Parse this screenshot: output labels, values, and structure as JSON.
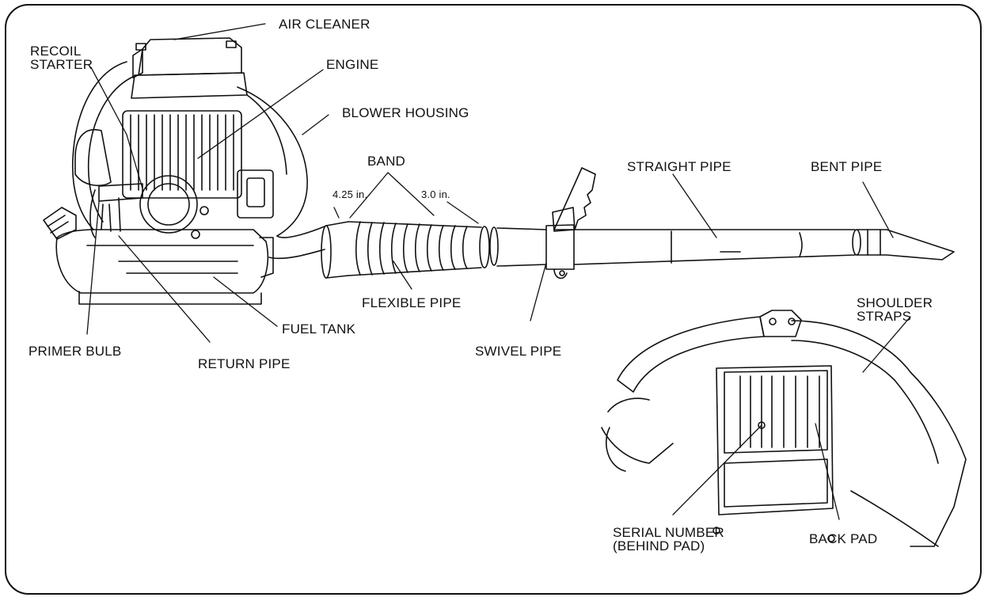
{
  "labels": {
    "air_cleaner": "AIR CLEANER",
    "recoil_starter_1": "RECOIL",
    "recoil_starter_2": "STARTER",
    "engine": "ENGINE",
    "blower_housing": "BLOWER HOUSING",
    "band": "BAND",
    "band_size_1": "4.25 in.",
    "band_size_2": "3.0 in.",
    "straight_pipe": "STRAIGHT PIPE",
    "bent_pipe": "BENT PIPE",
    "flexible_pipe": "FLEXIBLE PIPE",
    "fuel_tank": "FUEL TANK",
    "primer_bulb": "PRIMER BULB",
    "return_pipe": "RETURN PIPE",
    "swivel_pipe": "SWIVEL PIPE",
    "shoulder_straps_1": "SHOULDER",
    "shoulder_straps_2": "STRAPS",
    "serial_number_1": "SERIAL NUMBER",
    "serial_number_2": "(BEHIND PAD)",
    "back_pad": "BACK PAD"
  }
}
